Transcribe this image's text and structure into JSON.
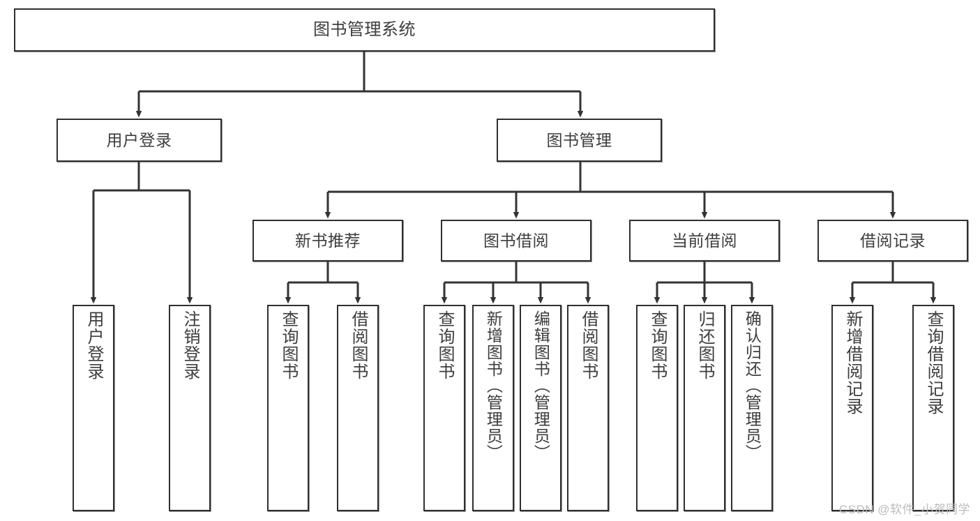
{
  "diagram": {
    "title": "图书管理系统",
    "type": "tree-hierarchy",
    "watermark": "CSDN @软件_小贺同学",
    "colors": {
      "box_border": "#2f2f2f",
      "box_fill": "#ffffff",
      "text": "#3d3d3d",
      "edge": "#333333",
      "watermark": "#b9bcc0"
    },
    "levels": {
      "root": {
        "label": "图书管理系统"
      },
      "level2": [
        {
          "label": "用户登录"
        },
        {
          "label": "图书管理"
        }
      ],
      "level3": [
        {
          "label": "新书推荐"
        },
        {
          "label": "图书借阅"
        },
        {
          "label": "当前借阅"
        },
        {
          "label": "借阅记录"
        }
      ],
      "leaves": {
        "user_login": [
          {
            "label": "用户登录"
          },
          {
            "label": "注销登录"
          }
        ],
        "new_book_recommend": [
          {
            "label": "查询图书"
          },
          {
            "label": "借阅图书"
          }
        ],
        "book_borrow": [
          {
            "label": "查询图书"
          },
          {
            "label": "新增图书（管理员）"
          },
          {
            "label": "编辑图书（管理员）"
          },
          {
            "label": "借阅图书"
          }
        ],
        "current_borrow": [
          {
            "label": "查询图书"
          },
          {
            "label": "归还图书"
          },
          {
            "label": "确认归还（管理员）"
          }
        ],
        "borrow_record": [
          {
            "label": "新增借阅记录"
          },
          {
            "label": "查询借阅记录"
          }
        ]
      }
    }
  }
}
